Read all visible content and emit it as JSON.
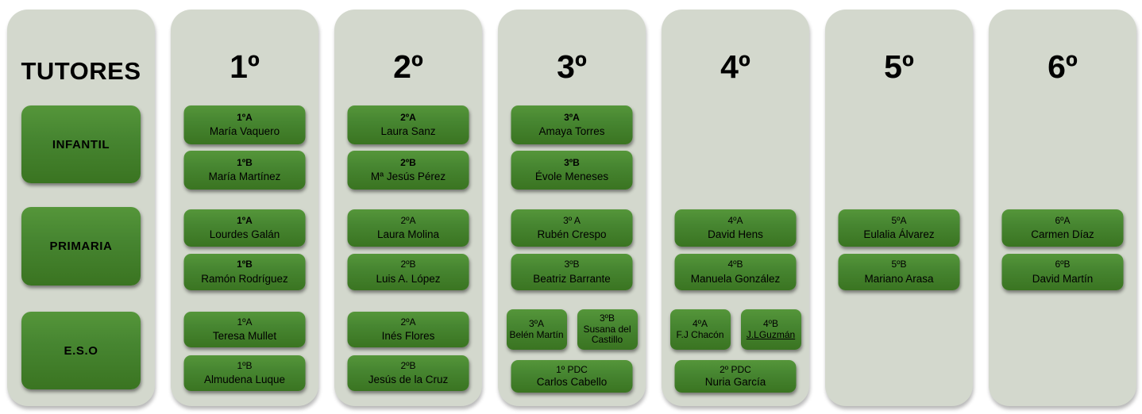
{
  "colors": {
    "page_bg": "#ffffff",
    "panel_bg": "#d3d8cd",
    "box_green_top": "#55963a",
    "box_green_mid": "#478631",
    "box_green_bottom": "#3a7421",
    "text": "#000000"
  },
  "tutores": {
    "title": "TUTORES",
    "levels": [
      "INFANTIL",
      "PRIMARIA",
      "E.S.O"
    ]
  },
  "grades": [
    {
      "title": "1º",
      "infantil": [
        {
          "label": "1ºA",
          "name": "María Vaquero"
        },
        {
          "label": "1ºB",
          "name": "María Martínez"
        }
      ],
      "primaria": [
        {
          "label": "1ºA",
          "name": "Lourdes Galán"
        },
        {
          "label": "1ºB",
          "name": "Ramón Rodríguez"
        }
      ],
      "eso": [
        {
          "label": "1ºA",
          "name": "Teresa Mullet"
        },
        {
          "label": "1ºB",
          "name": "Almudena Luque"
        }
      ]
    },
    {
      "title": "2º",
      "infantil": [
        {
          "label": "2ºA",
          "name": "Laura Sanz"
        },
        {
          "label": "2ºB",
          "name": "Mª Jesús Pérez"
        }
      ],
      "primaria": [
        {
          "label": "2ºA",
          "name": "Laura Molina"
        },
        {
          "label": "2ºB",
          "name": "Luis A. López"
        }
      ],
      "eso": [
        {
          "label": "2ºA",
          "name": "Inés Flores"
        },
        {
          "label": "2ºB",
          "name": "Jesús de la Cruz"
        }
      ]
    },
    {
      "title": "3º",
      "infantil": [
        {
          "label": "3ºA",
          "name": "Amaya Torres"
        },
        {
          "label": "3ºB",
          "name": "Évole Meneses"
        }
      ],
      "primaria": [
        {
          "label": "3º A",
          "name": "Rubén Crespo"
        },
        {
          "label": "3ºB",
          "name": "Beatriz Barrante"
        }
      ],
      "eso_pair": [
        {
          "label": "3ºA",
          "name": "Belén Martín"
        },
        {
          "label": "3ºB",
          "name": "Susana del Castillo"
        }
      ],
      "pdc": {
        "label": "1º PDC",
        "name": "Carlos Cabello"
      }
    },
    {
      "title": "4º",
      "primaria": [
        {
          "label": "4ºA",
          "name": "David Hens"
        },
        {
          "label": "4ºB",
          "name": "Manuela González"
        }
      ],
      "eso_pair": [
        {
          "label": "4ºA",
          "name": "F.J Chacón"
        },
        {
          "label": "4ºB",
          "name": "J.LGuzmán"
        }
      ],
      "pdc": {
        "label": "2º PDC",
        "name": "Nuria García"
      }
    },
    {
      "title": "5º",
      "primaria": [
        {
          "label": "5ºA",
          "name": "Eulalia Álvarez"
        },
        {
          "label": "5ºB",
          "name": "Mariano Arasa"
        }
      ]
    },
    {
      "title": "6º",
      "primaria": [
        {
          "label": "6ºA",
          "name": "Carmen Díaz"
        },
        {
          "label": "6ºB",
          "name": "David Martín"
        }
      ]
    }
  ]
}
